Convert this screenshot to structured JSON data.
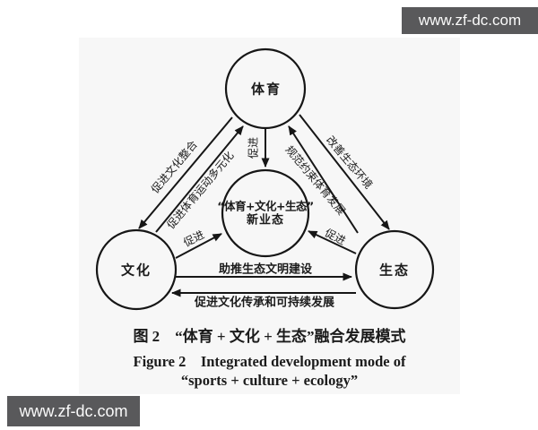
{
  "watermarks": {
    "top_right": "www.zf-dc.com",
    "bottom_left": "www.zf-dc.com"
  },
  "diagram": {
    "nodes": {
      "sports": {
        "label": "体育"
      },
      "culture": {
        "label": "文化"
      },
      "ecology": {
        "label": "生态"
      },
      "center": {
        "line1": "“体育+文化+生态”",
        "line2": "新业态"
      }
    },
    "edge_labels": {
      "sports_to_culture": "促进文化整合",
      "culture_to_sports": "促进体育运动多元化",
      "sports_to_ecology": "改善生态环境",
      "ecology_to_sports": "规范约束体育发展",
      "sports_to_center": "促进",
      "culture_to_center": "促进",
      "ecology_to_center": "促进",
      "culture_to_ecology": "助推生态文明建设",
      "ecology_to_culture": "促进文化传承和可持续发展"
    }
  },
  "caption": {
    "line1_zh": "图 2　“体育 + 文化 + 生态”融合发展模式",
    "line2_en": "Figure 2　Integrated development mode of",
    "line3_en": "“sports + culture + ecology”"
  }
}
